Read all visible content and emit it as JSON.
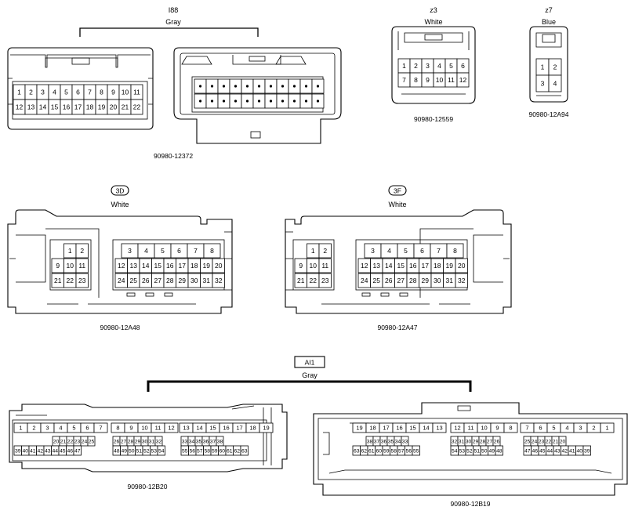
{
  "connectors": [
    {
      "id": "I88",
      "code": "I88",
      "color": "Gray",
      "parts": [
        {
          "part_no": "90980-12372",
          "view": "female",
          "rows": [
            [
              "1",
              "2",
              "3",
              "4",
              "5",
              "6",
              "7",
              "8",
              "9",
              "10",
              "11"
            ],
            [
              "12",
              "13",
              "14",
              "15",
              "16",
              "17",
              "18",
              "19",
              "20",
              "21",
              "22"
            ]
          ]
        },
        {
          "part_no": "",
          "view": "male",
          "rows": [
            [
              "",
              "",
              "",
              "",
              "",
              "",
              "",
              "",
              "",
              "",
              ""
            ],
            [
              "",
              "",
              "",
              "",
              "",
              "",
              "",
              "",
              "",
              "",
              ""
            ]
          ]
        }
      ]
    },
    {
      "id": "z3",
      "code": "z3",
      "color": "White",
      "parts": [
        {
          "part_no": "90980-12559",
          "rows": [
            [
              "1",
              "2",
              "3",
              "4",
              "5",
              "6"
            ],
            [
              "7",
              "8",
              "9",
              "10",
              "11",
              "12"
            ]
          ]
        }
      ]
    },
    {
      "id": "z7",
      "code": "z7",
      "color": "Blue",
      "parts": [
        {
          "part_no": "90980-12A94",
          "rows": [
            [
              "1",
              "2"
            ],
            [
              "3",
              "4"
            ]
          ]
        }
      ]
    },
    {
      "id": "3D",
      "code": "3D",
      "color": "White",
      "parts": [
        {
          "part_no": "90980-12A48",
          "left_rows": [
            [
              "1",
              "2"
            ],
            [
              "9",
              "10",
              "11"
            ],
            [
              "21",
              "22",
              "23"
            ]
          ],
          "right_rows": [
            [
              "3",
              "4",
              "5",
              "6",
              "7",
              "8"
            ],
            [
              "12",
              "13",
              "14",
              "15",
              "16",
              "17",
              "18",
              "19",
              "20"
            ],
            [
              "24",
              "25",
              "26",
              "27",
              "28",
              "29",
              "30",
              "31",
              "32"
            ]
          ]
        }
      ]
    },
    {
      "id": "3F",
      "code": "3F",
      "color": "White",
      "parts": [
        {
          "part_no": "90980-12A47",
          "left_rows": [
            [
              "1",
              "2"
            ],
            [
              "9",
              "10",
              "11"
            ],
            [
              "21",
              "22",
              "23"
            ]
          ],
          "right_rows": [
            [
              "3",
              "4",
              "5",
              "6",
              "7",
              "8"
            ],
            [
              "12",
              "13",
              "14",
              "15",
              "16",
              "17",
              "18",
              "19",
              "20"
            ],
            [
              "24",
              "25",
              "26",
              "27",
              "28",
              "29",
              "30",
              "31",
              "32"
            ]
          ]
        }
      ]
    },
    {
      "id": "AI1",
      "code": "AI1",
      "color": "Gray",
      "parts": [
        {
          "part_no": "90980-12B20",
          "blocks": [
            {
              "rows": [
                [
                  "1",
                  "2",
                  "3",
                  "4",
                  "5",
                  "6",
                  "7"
                ],
                [
                  "20",
                  "21",
                  "22",
                  "23",
                  "24",
                  "25"
                ],
                [
                  "39",
                  "40",
                  "41",
                  "42",
                  "43",
                  "44",
                  "45",
                  "46",
                  "47"
                ]
              ]
            },
            {
              "rows": [
                [
                  "8",
                  "9",
                  "10",
                  "11",
                  "12"
                ],
                [
                  "26",
                  "27",
                  "28",
                  "29",
                  "30",
                  "31",
                  "32"
                ],
                [
                  "48",
                  "49",
                  "50",
                  "51",
                  "52",
                  "53",
                  "54"
                ]
              ]
            },
            {
              "rows": [
                [
                  "13",
                  "14",
                  "15",
                  "16",
                  "17",
                  "18",
                  "19"
                ],
                [
                  "33",
                  "34",
                  "35",
                  "36",
                  "37",
                  "38"
                ],
                [
                  "55",
                  "56",
                  "57",
                  "58",
                  "59",
                  "60",
                  "61",
                  "62",
                  "63"
                ]
              ]
            }
          ]
        },
        {
          "part_no": "90980-12B19",
          "blocks": [
            {
              "rows": [
                [
                  "19",
                  "18",
                  "17",
                  "16",
                  "15",
                  "14",
                  "13"
                ],
                [
                  "38",
                  "37",
                  "36",
                  "35",
                  "34",
                  "33"
                ],
                [
                  "63",
                  "62",
                  "61",
                  "60",
                  "59",
                  "58",
                  "57",
                  "56",
                  "55"
                ]
              ]
            },
            {
              "rows": [
                [
                  "12",
                  "11",
                  "10",
                  "9",
                  "8"
                ],
                [
                  "32",
                  "31",
                  "30",
                  "29",
                  "28",
                  "27",
                  "26"
                ],
                [
                  "54",
                  "53",
                  "52",
                  "51",
                  "50",
                  "49",
                  "48"
                ]
              ]
            },
            {
              "rows": [
                [
                  "7",
                  "6",
                  "5",
                  "4",
                  "3",
                  "2",
                  "1"
                ],
                [
                  "25",
                  "24",
                  "23",
                  "22",
                  "21",
                  "20"
                ],
                [
                  "47",
                  "46",
                  "45",
                  "44",
                  "43",
                  "42",
                  "41",
                  "40",
                  "39"
                ]
              ]
            }
          ]
        }
      ]
    }
  ]
}
